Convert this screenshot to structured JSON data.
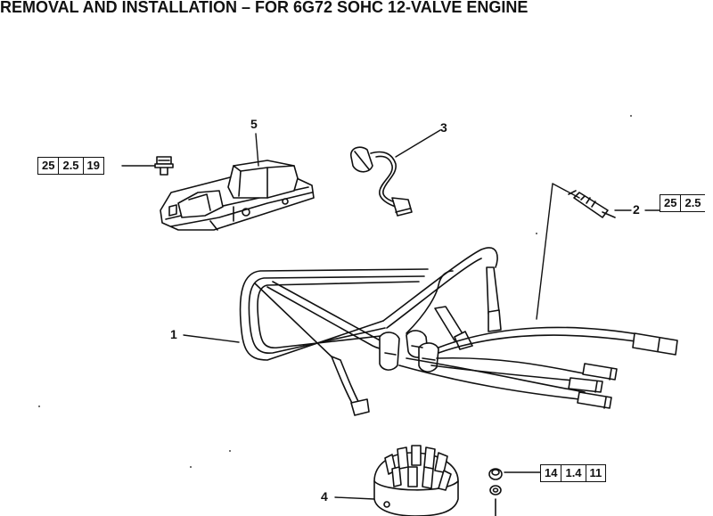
{
  "title": "REMOVAL AND INSTALLATION – FOR 6G72 SOHC 12-VALVE ENGINE",
  "callouts": [
    "1",
    "2",
    "3",
    "4",
    "5"
  ],
  "torque_specs": {
    "coil_bolt": [
      "25",
      "2.5",
      "19"
    ],
    "spark_plug": [
      "25",
      "2.5"
    ],
    "distributor_nut": [
      "14",
      "1.4",
      "11"
    ]
  },
  "parts": {
    "wires": "spark-plug-cable-set",
    "plug": "spark-plug",
    "cable": "ignition-coil-cable",
    "cap": "distributor-cap",
    "coil": "ignition-coil"
  }
}
